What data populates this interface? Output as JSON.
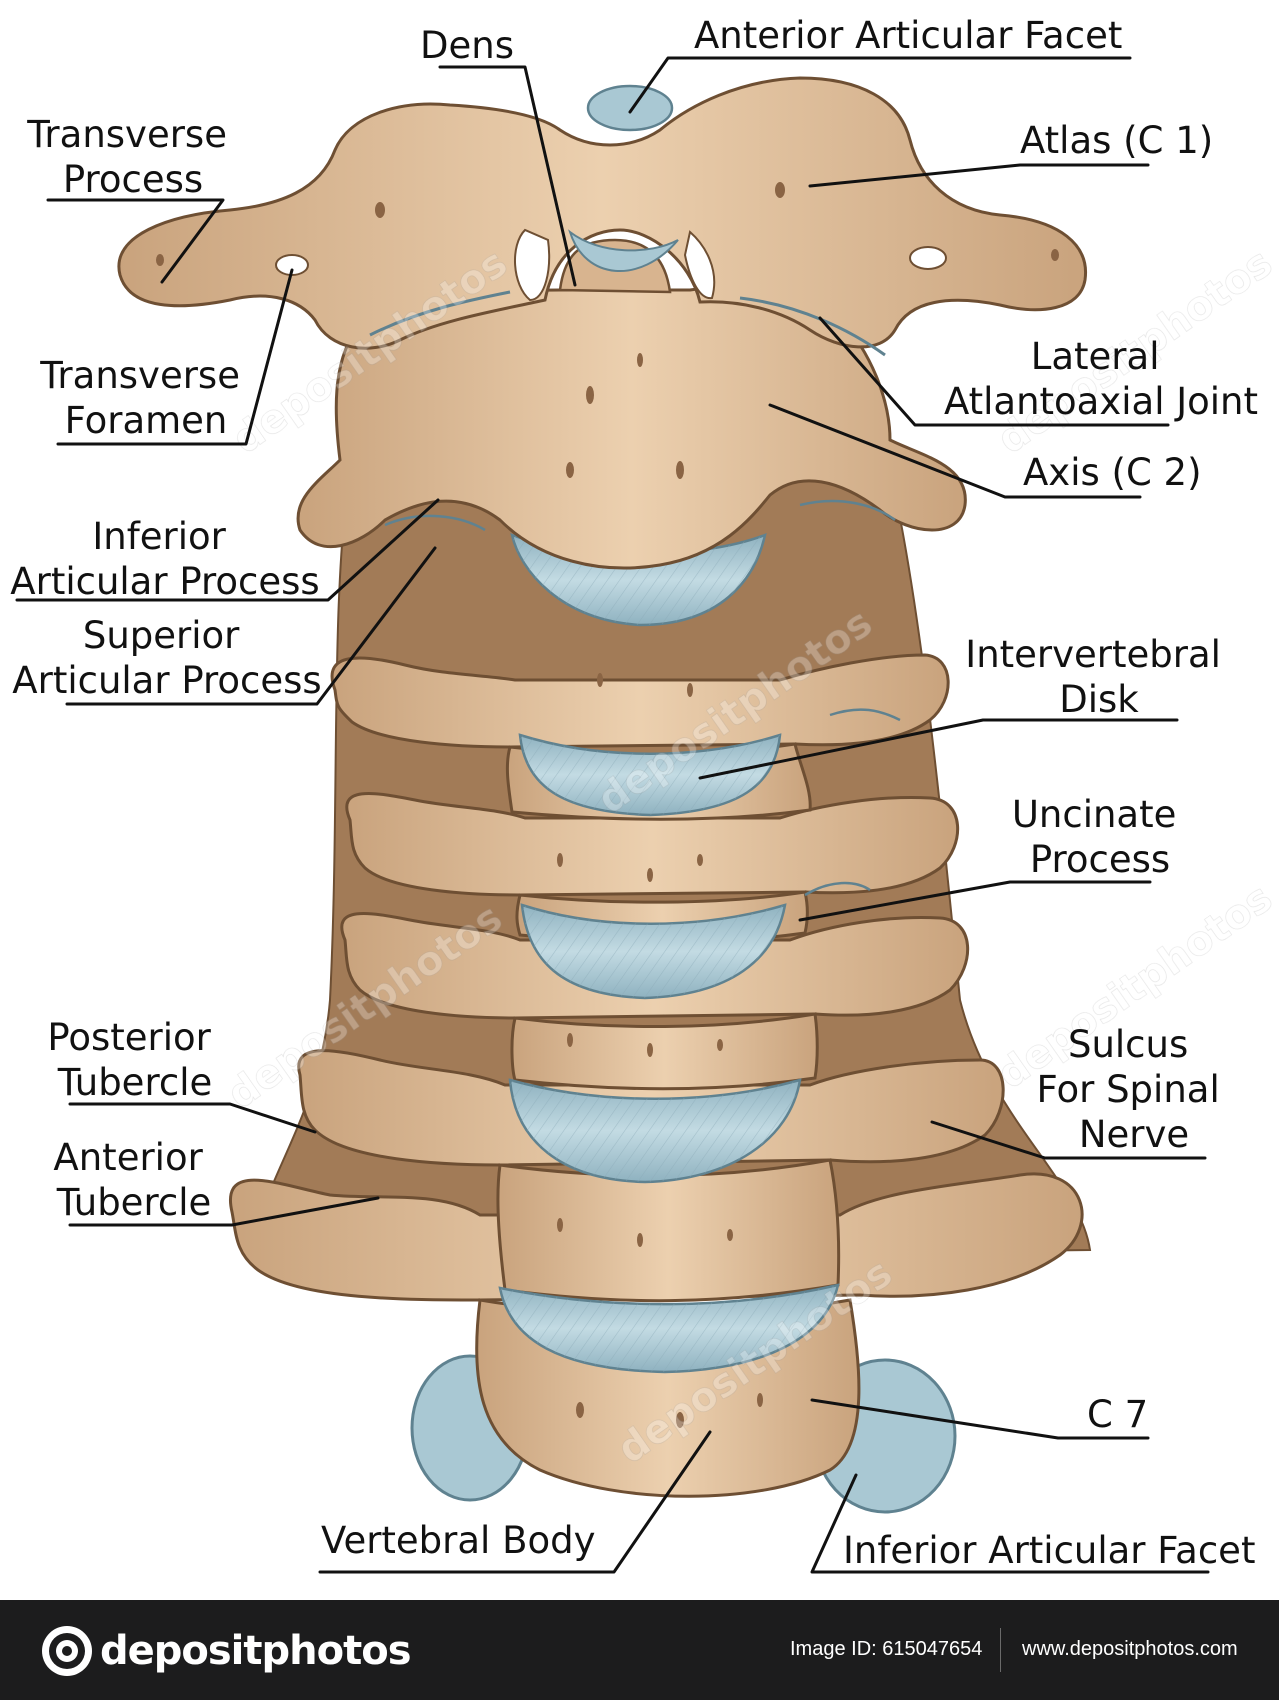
{
  "colors": {
    "bone": "#e3c3a0",
    "bone_shadow": "#b88e67",
    "bone_outline": "#6e4f33",
    "cartilage": "#a9c8d3",
    "cartilage_dark": "#7fa3b2",
    "label_text": "#111111",
    "footer_bg": "#1c1c1d"
  },
  "labels": {
    "dens": "Dens",
    "anterior_articular_facet": "Anterior Articular Facet",
    "transverse_process": [
      "Transverse",
      "Process"
    ],
    "atlas": "Atlas (C 1)",
    "transverse_foramen": [
      "Transverse",
      "Foramen"
    ],
    "lateral_atlantoaxial_joint": [
      "Lateral",
      "Atlantoaxial Joint"
    ],
    "axis": "Axis (C 2)",
    "inferior_articular_process": [
      "Inferior",
      "Articular Process"
    ],
    "superior_articular_process": [
      "Superior",
      "Articular Process"
    ],
    "intervertebral_disk": [
      "Intervertebral",
      "Disk"
    ],
    "uncinate_process": [
      "Uncinate",
      "Process"
    ],
    "posterior_tubercle": [
      "Posterior",
      "Tubercle"
    ],
    "sulcus_for_spinal_nerve": [
      "Sulcus",
      "For Spinal",
      "Nerve"
    ],
    "anterior_tubercle": [
      "Anterior",
      "Tubercle"
    ],
    "c7": "C 7",
    "vertebral_body": "Vertebral Body",
    "inferior_articular_facet": "Inferior Articular Facet"
  },
  "watermark_text": "depositphotos",
  "footer": {
    "logo_text": "depositphotos",
    "image_id": "Image ID: 615047654",
    "site_url": "www.depositphotos.com"
  }
}
